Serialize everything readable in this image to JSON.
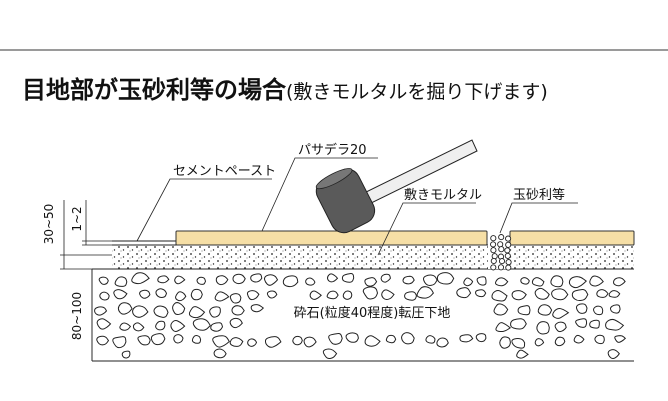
{
  "title": {
    "main": "目地部が玉砂利等の場合",
    "sub": "(敷きモルタルを掘り下げます)"
  },
  "labels": {
    "paste": "セメントペースト",
    "tile": "パサデラ20",
    "mortar": "敷きモルタル",
    "gravel": "玉砂利等",
    "base": "砕石(粒度40程度)転圧下地"
  },
  "dimensions": {
    "d1": "30~50",
    "d2": "1~2",
    "d3": "80~100"
  },
  "colors": {
    "tile": "#f6dfa6",
    "line": "#222222",
    "hammer_head": "#5a5a5a",
    "hammer_handle": "#efefef"
  },
  "icons": {
    "tool": "rubber-mallet-icon"
  }
}
